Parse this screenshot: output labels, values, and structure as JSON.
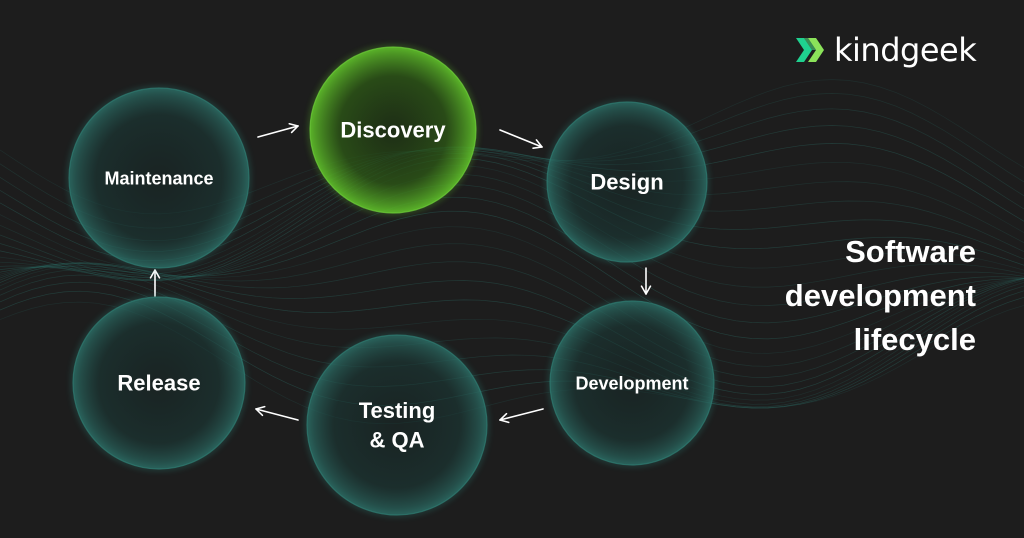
{
  "brand": {
    "name": "kindgeek",
    "logo_icon": "double-chevron-icon",
    "logo_colors": [
      "#1fd18f",
      "#4fd97c",
      "#8be35a"
    ]
  },
  "headline": {
    "line1": "Software",
    "line2": "development",
    "line3": "lifecycle"
  },
  "stages": [
    {
      "id": "discovery",
      "lines": [
        "Discovery"
      ],
      "highlight": true
    },
    {
      "id": "design",
      "lines": [
        "Design"
      ],
      "highlight": false
    },
    {
      "id": "development",
      "lines": [
        "Development"
      ],
      "highlight": false
    },
    {
      "id": "testing",
      "lines": [
        "Testing",
        "& QA"
      ],
      "highlight": false
    },
    {
      "id": "release",
      "lines": [
        "Release"
      ],
      "highlight": false
    },
    {
      "id": "maintenance",
      "lines": [
        "Maintenance"
      ],
      "highlight": false
    }
  ],
  "colors": {
    "background": "#1d1d1d",
    "highlight": "#5fbf2a",
    "accent_teal": "#2a8a80"
  }
}
